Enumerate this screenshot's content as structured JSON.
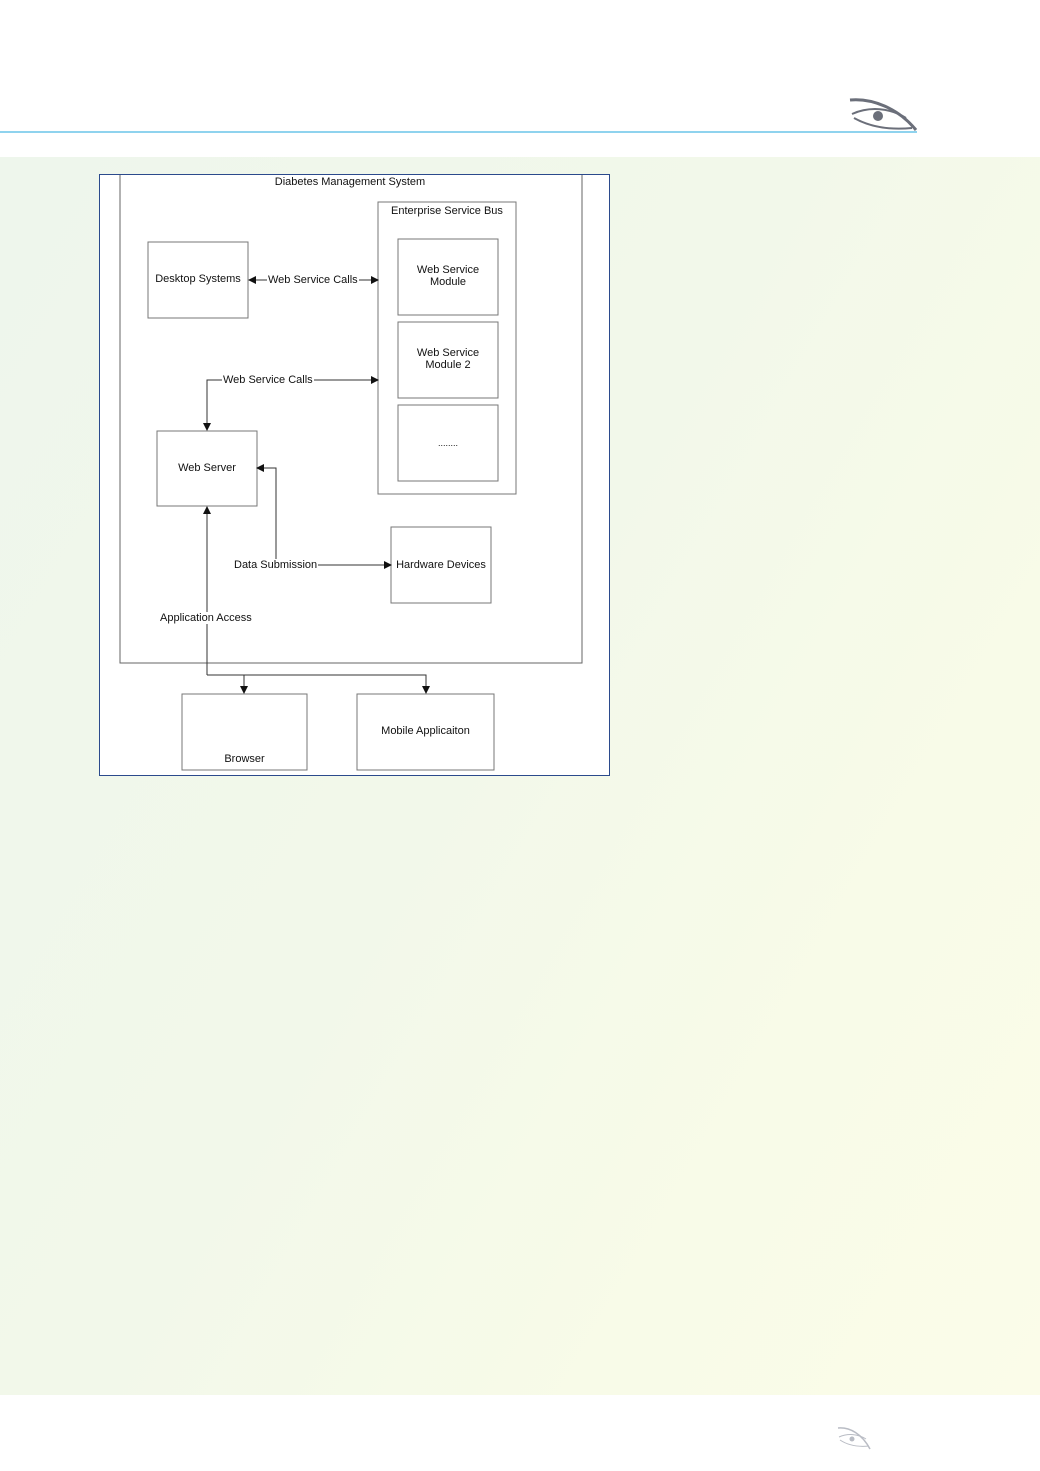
{
  "diagram": {
    "system_title": "Diabetes Management System",
    "esb_title": "Enterprise Service Bus",
    "nodes": {
      "desktop_systems": "Desktop Systems",
      "web_service_module": "Web Service Module",
      "web_service_module_2": "Web Service Module 2",
      "placeholder_module": "........",
      "web_server": "Web Server",
      "hardware_devices": "Hardware Devices",
      "browser": "Browser",
      "mobile_application": "Mobile Applicaiton"
    },
    "edges": {
      "desktop_to_esb": "Web Service Calls",
      "webserver_to_esb": "Web Service Calls",
      "data_submission": "Data Submission",
      "application_access": "Application Access"
    }
  },
  "colors": {
    "header_line": "#8fd3ee",
    "figure_border": "#2b4a8c",
    "logo": "#6b6f7a"
  },
  "icons": [
    "eye-logo-icon"
  ]
}
